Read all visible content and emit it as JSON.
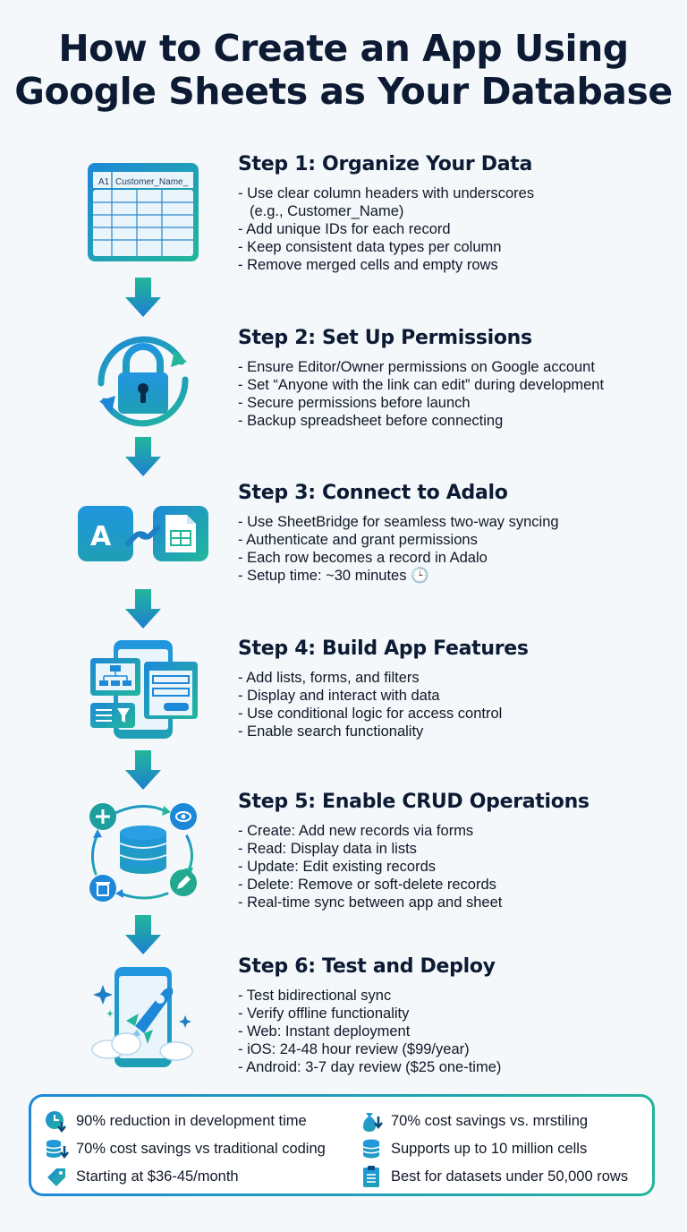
{
  "title": {
    "line1": "How to Create an App Using",
    "line2": "Google Sheets as Your Database"
  },
  "steps": [
    {
      "heading": "Step 1: Organize Your Data",
      "icon": "spreadsheet-icon",
      "sheet_cell": "A1",
      "sheet_header": "Customer_Name_",
      "bullets": [
        "- Use clear column headers with underscores",
        "(e.g., Customer_Name)",
        "- Add unique IDs for each record",
        "- Keep consistent data types per column",
        "- Remove merged cells and empty rows"
      ]
    },
    {
      "heading": "Step 2: Set Up Permissions",
      "icon": "lock-sync-icon",
      "bullets": [
        "- Ensure Editor/Owner permissions on Google account",
        "- Set “Anyone with the link can edit” during development",
        "- Secure permissions before launch",
        "- Backup spreadsheet before connecting"
      ]
    },
    {
      "heading": "Step 3: Connect to Adalo",
      "icon": "adalo-link-sheets-icon",
      "bullets": [
        "- Use SheetBridge for seamless two-way syncing",
        "- Authenticate and grant permissions",
        "- Each row becomes a record in Adalo",
        "- Setup time: ~30 minutes 🕒"
      ]
    },
    {
      "heading": "Step 4: Build App Features",
      "icon": "app-builder-icon",
      "bullets": [
        "- Add lists, forms, and filters",
        "- Display and interact with data",
        "- Use conditional logic for access control",
        "- Enable search functionality"
      ]
    },
    {
      "heading": "Step 5: Enable CRUD Operations",
      "icon": "database-crud-icon",
      "bullets": [
        "- Create: Add new records via forms",
        "- Read: Display data in lists",
        "- Update: Edit existing records",
        "- Delete: Remove or soft-delete records",
        "- Real-time sync between app and sheet"
      ]
    },
    {
      "heading": "Step 6: Test and Deploy",
      "icon": "rocket-launch-icon",
      "bullets": [
        "- Test bidirectional sync",
        "- Verify offline functionality",
        "- Web: Instant deployment",
        "- iOS: 24-48 hour review ($99/year)",
        "- Android: 3-7 day review ($25 one-time)"
      ]
    }
  ],
  "footer": {
    "items": [
      {
        "text": "90% reduction in development time",
        "icon": "clock-down-icon"
      },
      {
        "text": "70% cost savings vs. mrstiling",
        "icon": "money-bag-down-icon"
      },
      {
        "text": "70% cost savings vs traditional coding",
        "icon": "coins-down-icon"
      },
      {
        "text": "Supports up to 10 million cells",
        "icon": "database-icon"
      },
      {
        "text": "Starting at $36-45/month",
        "icon": "price-tag-icon"
      },
      {
        "text": "Best for datasets under 50,000 rows",
        "icon": "clipboard-list-icon"
      }
    ]
  },
  "colors": {
    "primary_blue": "#1e88d8",
    "teal": "#20b49a",
    "dark_navy": "#0c1a33",
    "background": "#f4f8fb"
  }
}
